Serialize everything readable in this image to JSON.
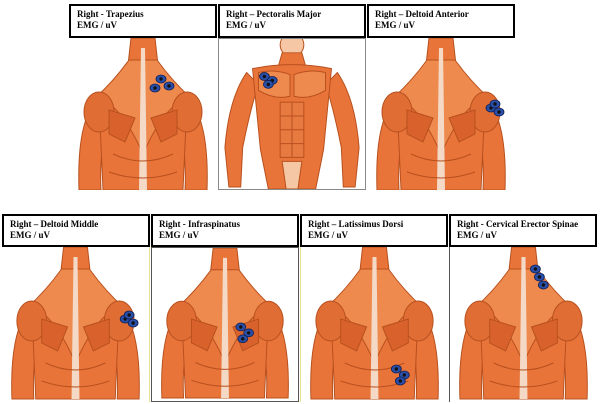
{
  "rows": [
    {
      "panels": [
        {
          "id": "p1",
          "title": "Right - Trapezius",
          "unit": "EMG / uV",
          "view": "back",
          "electrodes": "upper-trapezius"
        },
        {
          "id": "p2",
          "title": "Right – Pectoralis Major",
          "unit": "EMG / uV",
          "view": "front",
          "electrodes": "pectoralis"
        },
        {
          "id": "p3",
          "title": "Right – Deltoid Anterior",
          "unit": "EMG / uV",
          "view": "back",
          "electrodes": "deltoid-anterior"
        }
      ]
    },
    {
      "panels": [
        {
          "id": "p4",
          "title": "Right – Deltoid Middle",
          "unit": "EMG / uV",
          "view": "back",
          "electrodes": "deltoid-middle"
        },
        {
          "id": "p5",
          "title": "Right - Infraspinatus",
          "unit": "EMG / uV",
          "view": "back",
          "electrodes": "infraspinatus"
        },
        {
          "id": "p6",
          "title": "Right – Latissimus Dorsi",
          "unit": "EMG / uV",
          "view": "back",
          "electrodes": "latissimus"
        },
        {
          "id": "p7",
          "title": "Right - Cervical Erector Spinae",
          "unit": "EMG / uV",
          "view": "back",
          "electrodes": "cervical-erector"
        }
      ]
    }
  ],
  "colors": {
    "muscle": "#e8743a",
    "muscle_dark": "#b8501e",
    "tendon": "#f3d9c6",
    "skin": "#f6c7a4",
    "electrode": "#2b4fa8",
    "electrode_center": "#111111",
    "frame": "#000000"
  }
}
